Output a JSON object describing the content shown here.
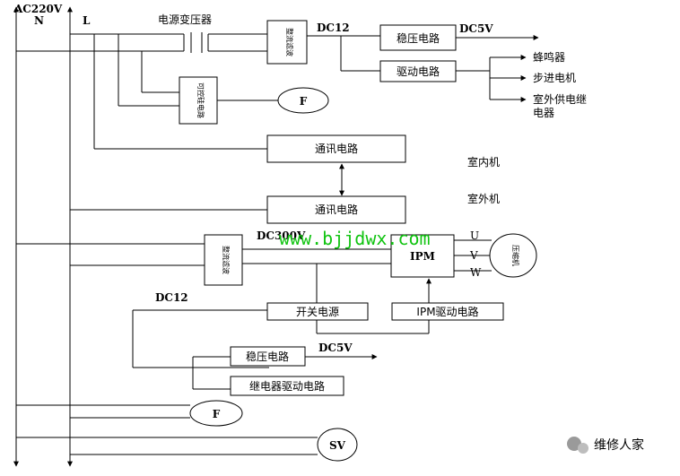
{
  "labels": {
    "ac220v": "AC220V",
    "n": "N",
    "l": "L",
    "transformer": "电源变压器",
    "dc12_top": "DC12",
    "dc5v_top": "DC5V",
    "buzzer": "蜂鸣器",
    "stepper_motor": "步进电机",
    "outdoor_relay_line1": "室外供电继",
    "outdoor_relay_line2": "电器",
    "indoor_unit": "室内机",
    "outdoor_unit": "室外机",
    "dc300v": "DC300V",
    "u": "U",
    "v": "V",
    "w": "W",
    "dc12_bottom": "DC12",
    "dc5v_bottom": "DC5V"
  },
  "blocks": {
    "rectifier_top": "整流滤波",
    "regulator_top": "稳压电路",
    "driver": "驱动电路",
    "thyristor": "可控硅电路",
    "fan_top": "F",
    "comm_indoor": "通讯电路",
    "comm_outdoor": "通讯电路",
    "rectifier_bottom": "整流滤波",
    "ipm": "IPM",
    "compressor": "压缩机",
    "switching_power": "开关电源",
    "ipm_driver": "IPM驱动电路",
    "regulator_bottom": "稳压电路",
    "relay_driver": "继电器驱动电路",
    "fan_bottom": "F",
    "sv": "SV"
  },
  "watermark": {
    "url": "www.bjjdwx.com",
    "brand": "维修人家"
  }
}
